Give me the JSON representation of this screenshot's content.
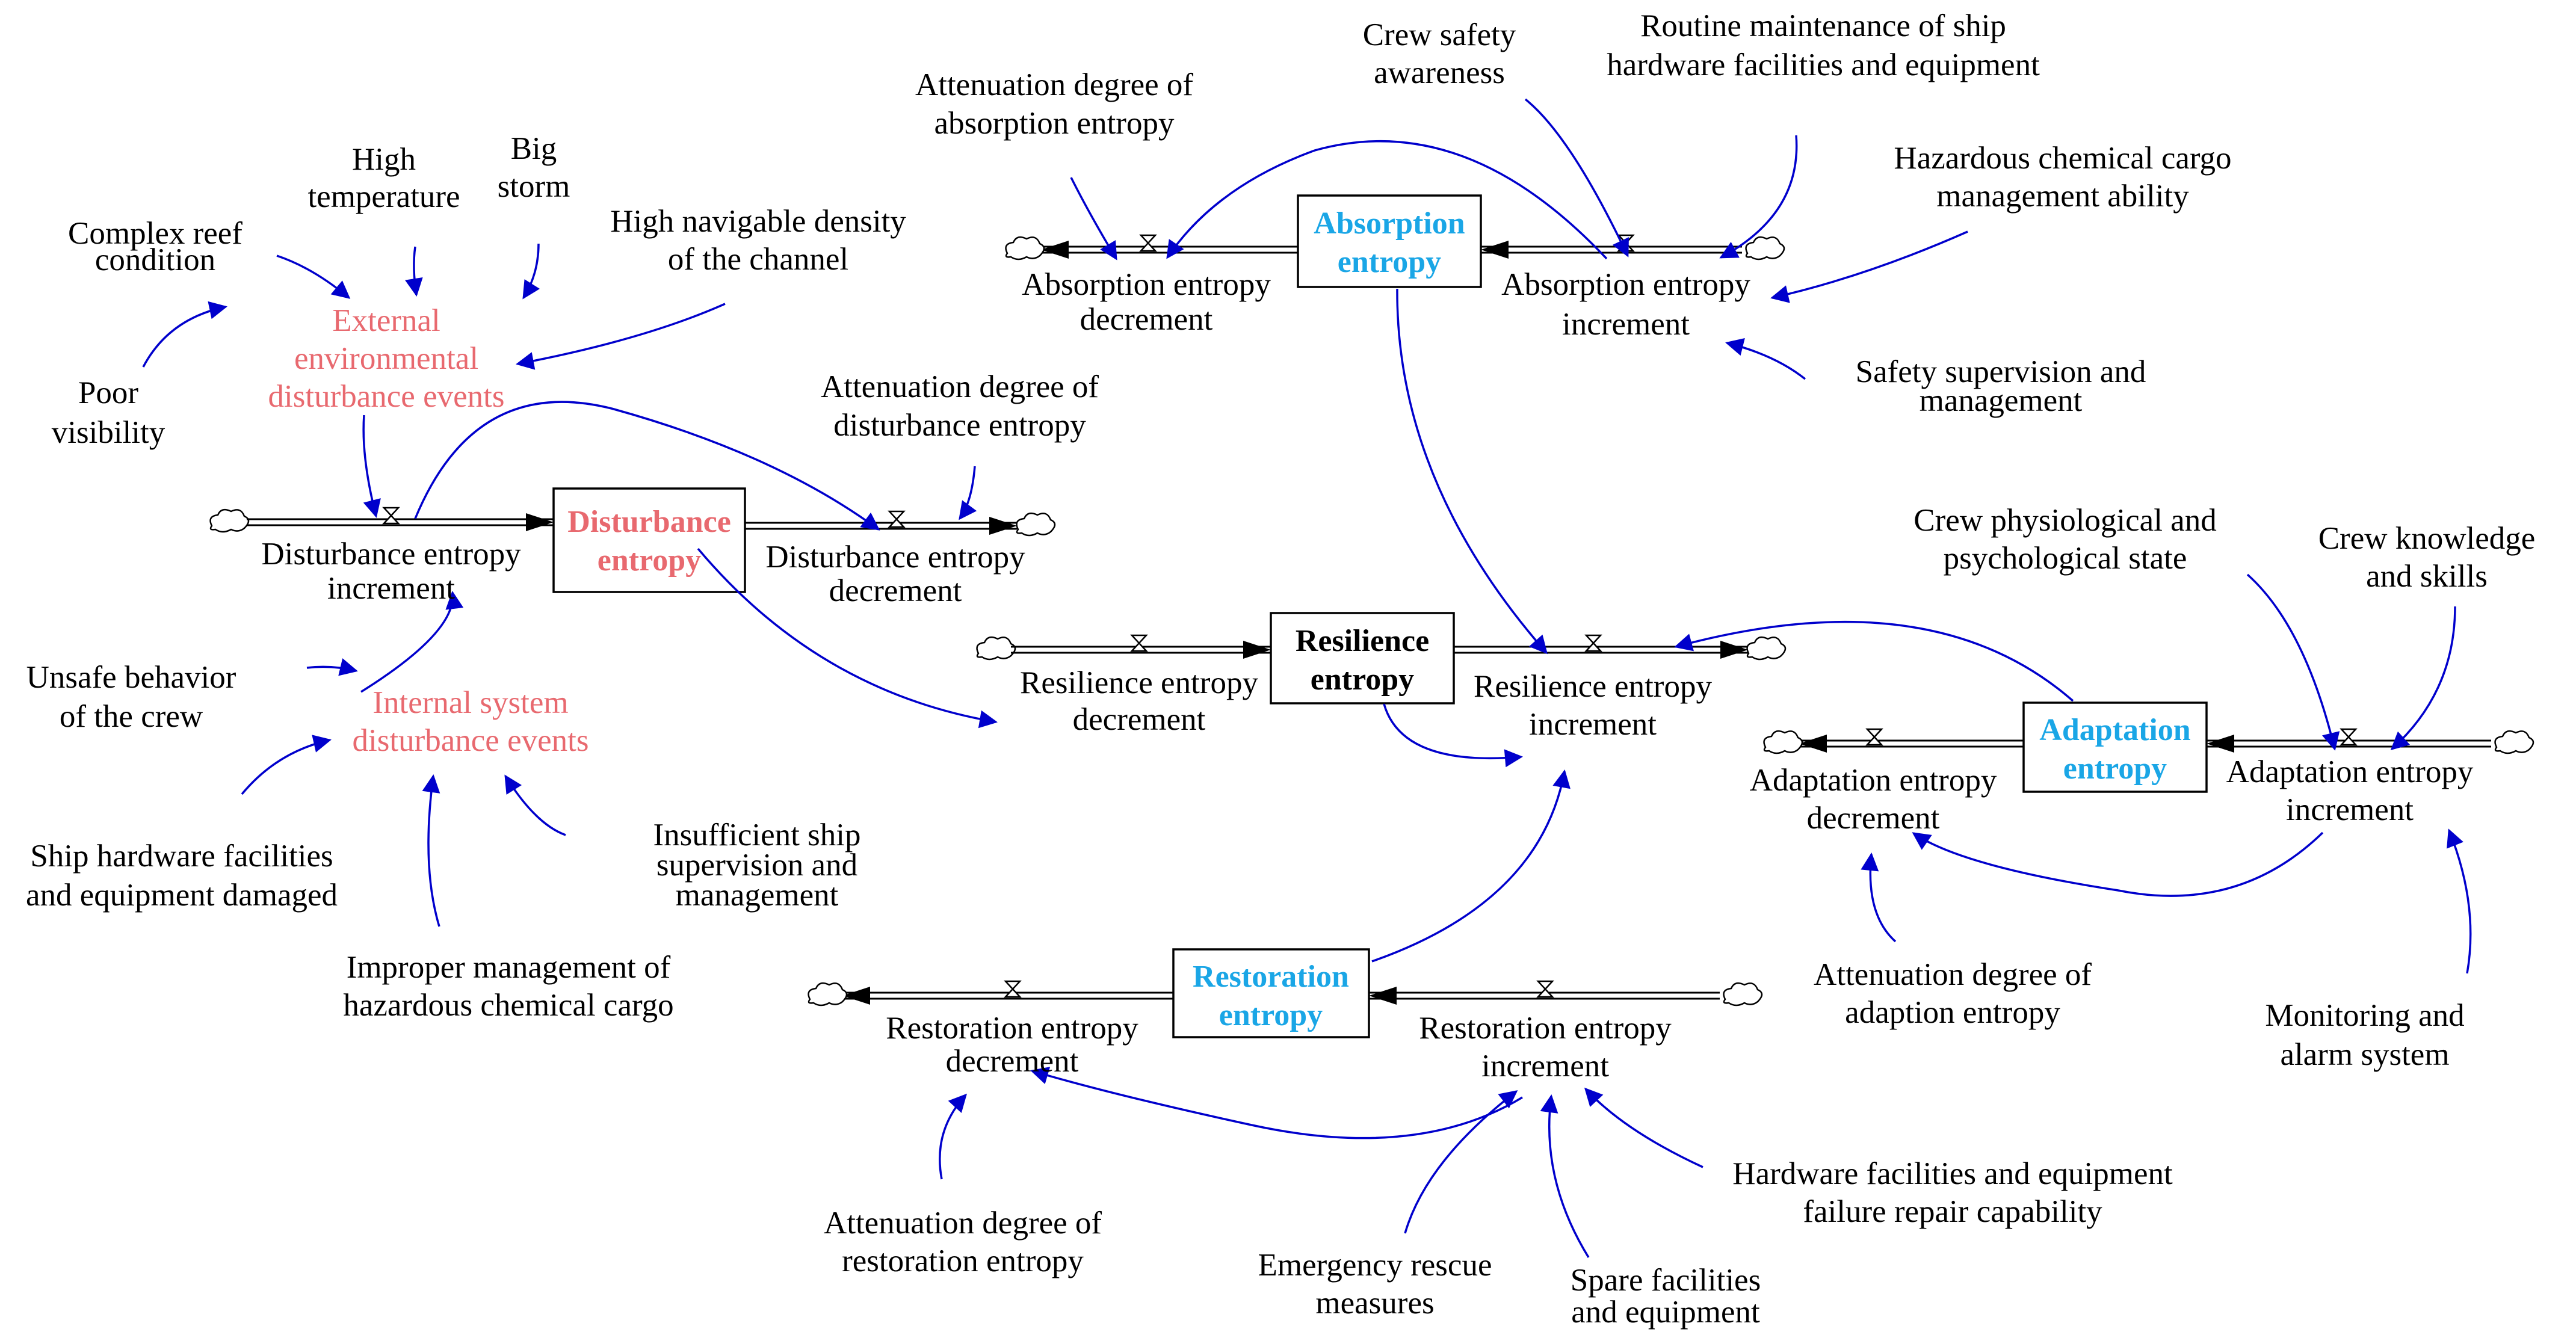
{
  "colors": {
    "link": "#0000cc",
    "pink_label": "#e8696f",
    "cyan_label": "#1aa6e6",
    "black": "#000000"
  },
  "stocks": {
    "disturbance": [
      "Disturbance",
      "entropy"
    ],
    "absorption": [
      "Absorption",
      "entropy"
    ],
    "resilience": [
      "Resilience",
      "entropy"
    ],
    "adaptation": [
      "Adaptation",
      "entropy"
    ],
    "restoration": [
      "Restoration",
      "entropy"
    ]
  },
  "flows": {
    "dist_inc": [
      "Disturbance entropy",
      "increment"
    ],
    "dist_dec": [
      "Disturbance entropy",
      "decrement"
    ],
    "abs_dec": [
      "Absorption entropy",
      "decrement"
    ],
    "abs_inc": [
      "Absorption entropy",
      "increment"
    ],
    "res_dec": [
      "Resilience entropy",
      "decrement"
    ],
    "res_inc": [
      "Resilience entropy",
      "increment"
    ],
    "adp_dec": [
      "Adaptation entropy",
      "decrement"
    ],
    "adp_inc": [
      "Adaptation entropy",
      "increment"
    ],
    "rst_dec": [
      "Restoration entropy",
      "decrement"
    ],
    "rst_inc": [
      "Restoration entropy",
      "increment"
    ]
  },
  "aux": {
    "complex_reef": [
      "Complex reef",
      "condition"
    ],
    "high_temp": [
      "High",
      "temperature"
    ],
    "big_storm": [
      "Big",
      "storm"
    ],
    "navigable_density": [
      "High navigable density",
      "of the channel"
    ],
    "poor_visibility": [
      "Poor",
      "visibility"
    ],
    "external_events": [
      "External",
      "environmental",
      "disturbance events"
    ],
    "atten_disturbance": [
      "Attenuation degree of",
      "disturbance entropy"
    ],
    "unsafe_behavior": [
      "Unsafe behavior",
      "of the crew"
    ],
    "internal_events": [
      "Internal system",
      "disturbance events"
    ],
    "hardware_damaged": [
      "Ship hardware facilities",
      "and equipment damaged"
    ],
    "insufficient_supervision": [
      "Insufficient ship",
      "supervision and",
      "management"
    ],
    "improper_management": [
      "Improper management of",
      "hazardous chemical cargo"
    ],
    "atten_absorption": [
      "Attenuation degree of",
      "absorption entropy"
    ],
    "crew_safety": [
      "Crew safety",
      "awareness"
    ],
    "routine_maintenance": [
      "Routine maintenance of ship",
      "hardware facilities and equipment"
    ],
    "hazardous_cargo_ability": [
      "Hazardous chemical cargo",
      "management ability"
    ],
    "safety_supervision": [
      "Safety supervision and",
      "management"
    ],
    "crew_physiological": [
      "Crew physiological and",
      "psychological state"
    ],
    "crew_knowledge": [
      "Crew knowledge",
      "and skills"
    ],
    "atten_adaption": [
      "Attenuation degree of",
      "adaption entropy"
    ],
    "monitoring": [
      "Monitoring and",
      "alarm system"
    ],
    "atten_restoration": [
      "Attenuation degree of",
      "restoration entropy"
    ],
    "emergency_rescue": [
      "Emergency rescue",
      "measures"
    ],
    "spare_facilities": [
      "Spare facilities",
      "and equipment"
    ],
    "repair_capability": [
      "Hardware facilities and equipment",
      "failure repair capability"
    ]
  }
}
